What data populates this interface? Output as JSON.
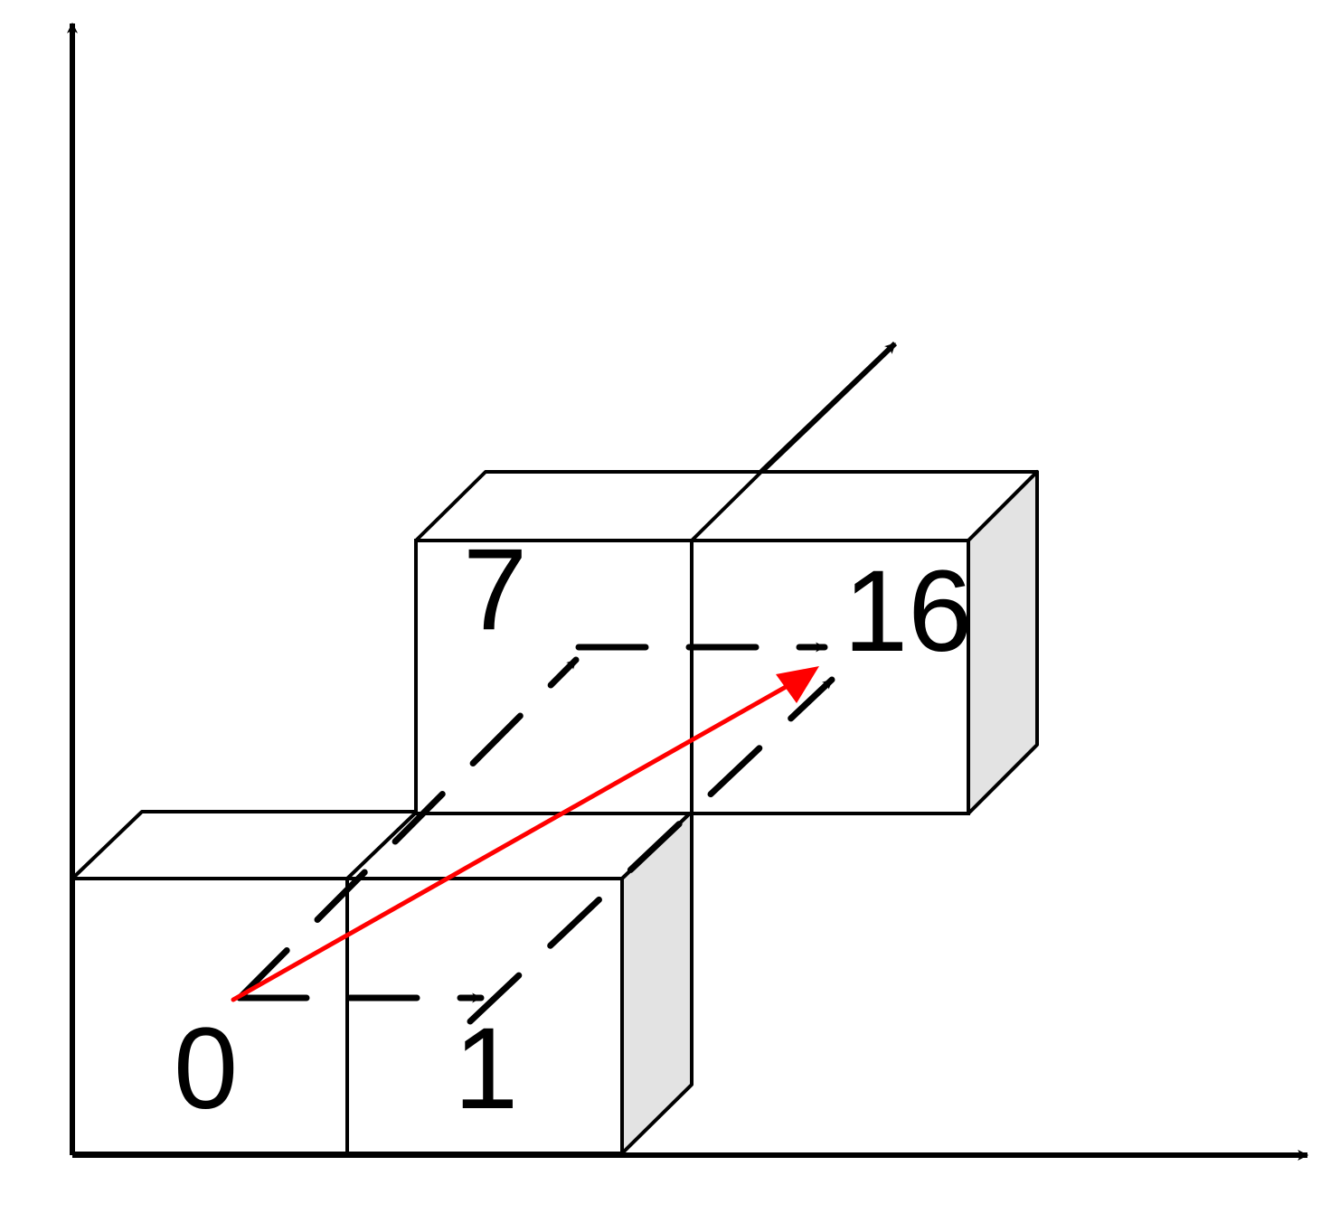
{
  "labels": {
    "cell_0": "0",
    "cell_1": "1",
    "cell_7": "7",
    "cell_16": "16"
  },
  "colors": {
    "stroke": "#000000",
    "face": "#ffffff",
    "side_shade": "#e3e3e3",
    "highlight": "#ff0000"
  }
}
